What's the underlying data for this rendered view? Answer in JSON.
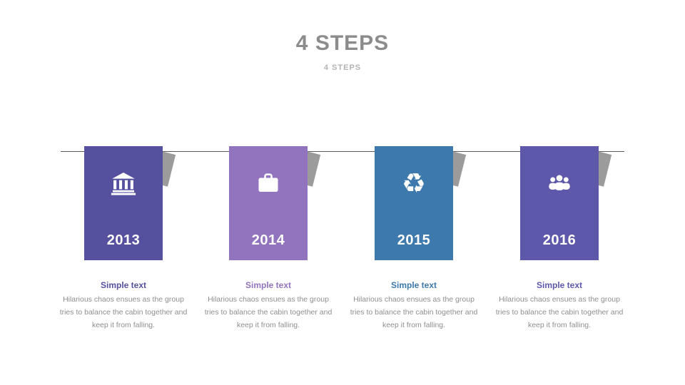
{
  "header": {
    "title": "4 STEPS",
    "subtitle": "4 STEPS"
  },
  "steps": [
    {
      "year": "2013",
      "icon": "bank-icon",
      "color": "#55519e",
      "heading": "Simple text",
      "body": "Hilarious chaos ensues as the group tries to balance the cabin together and keep it from falling."
    },
    {
      "year": "2014",
      "icon": "briefcase-icon",
      "color": "#9273bd",
      "heading": "Simple text",
      "body": "Hilarious chaos ensues as the group tries to balance the cabin together and keep it from falling."
    },
    {
      "year": "2015",
      "icon": "recycle-icon",
      "glyph": "♻",
      "color": "#3e79ae",
      "heading": "Simple text",
      "body": "Hilarious chaos ensues as the group tries to balance the cabin together and keep it from falling."
    },
    {
      "year": "2016",
      "icon": "people-icon",
      "color": "#5e58ab",
      "heading": "Simple text",
      "body": "Hilarious chaos ensues as the group tries to balance the cabin together and keep it from falling."
    }
  ],
  "colors": {
    "title": "#8c8c8c",
    "subtitle": "#b5b3b3",
    "body_text": "#8f8f8f",
    "timeline_line": "#5a5a5a",
    "ribbon_fold": "#9b9b9b",
    "icon": "#ffffff"
  }
}
